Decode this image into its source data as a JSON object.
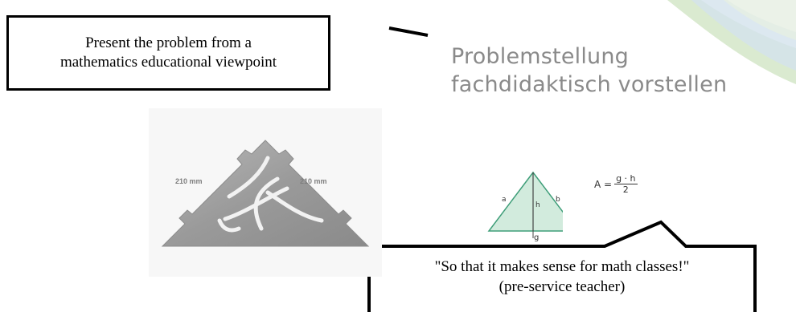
{
  "caption": {
    "line1": "Present the problem from a",
    "line2": "mathematics educational viewpoint"
  },
  "slide_title": {
    "line1": "Problemstellung",
    "line2": "fachdidaktisch vorstellen"
  },
  "figure_left": {
    "left_label": "210 mm",
    "right_label": "210 mm"
  },
  "figure_right": {
    "side_a": "a",
    "side_b": "b",
    "height": "h",
    "base": "g",
    "formula_lhs": "A =",
    "formula_num": "g · h",
    "formula_den": "2"
  },
  "speech_bubble": {
    "quote": "\"So that it makes sense for math classes!\"",
    "attribution": "(pre-service teacher)"
  },
  "colors": {
    "title_gray": "#8a8a8a",
    "triangle_green": "#cfe8da",
    "triangle_stroke": "#3f9e79",
    "swoosh_green": "#cfe3c4",
    "swoosh_blue": "#cfdfe9"
  }
}
